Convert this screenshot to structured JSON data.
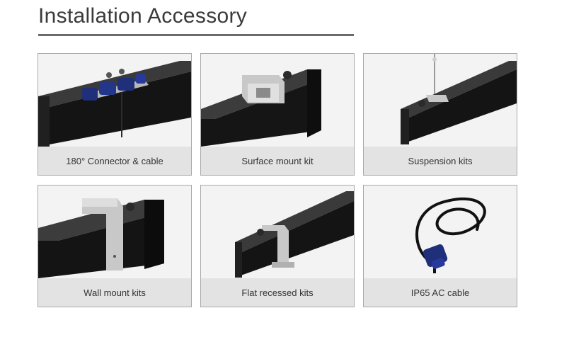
{
  "header": {
    "title": "Installation Accessory"
  },
  "accessories": [
    {
      "label": "180° Connector & cable",
      "icon": "connector-cable-icon"
    },
    {
      "label": "Surface mount kit",
      "icon": "surface-mount-bracket-icon"
    },
    {
      "label": "Suspension kits",
      "icon": "suspension-wire-icon"
    },
    {
      "label": "Wall mount kits",
      "icon": "wall-mount-bracket-icon"
    },
    {
      "label": "Flat recessed kits",
      "icon": "recessed-clip-icon"
    },
    {
      "label": "IP65 AC cable",
      "icon": "ac-cable-icon"
    }
  ],
  "colors": {
    "profile": "#1a1a1a",
    "bracket": "#c8c8c8",
    "connector": "#1f2f7a",
    "caption_bg": "#e3e3e3"
  }
}
